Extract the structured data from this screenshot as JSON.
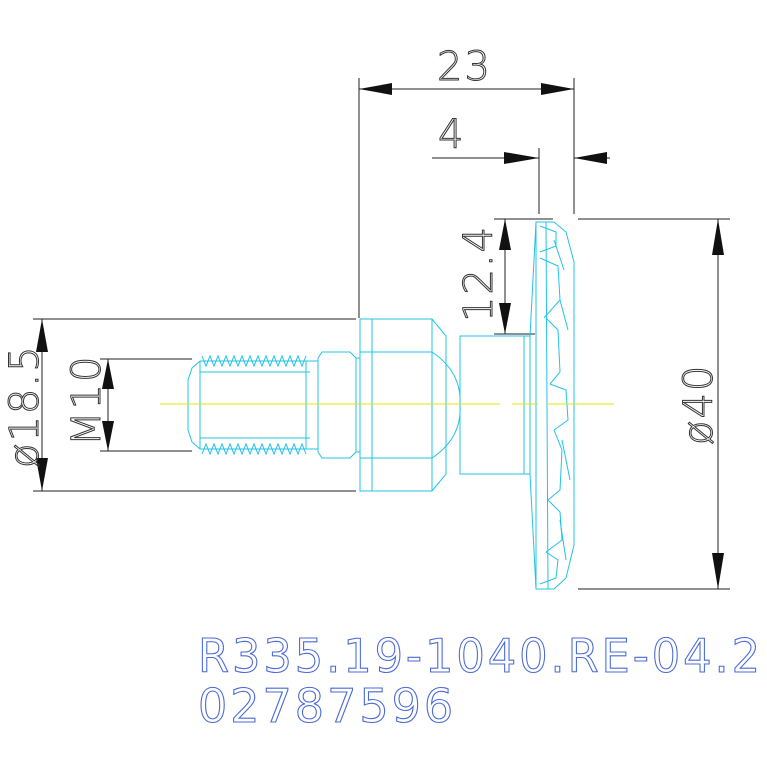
{
  "dimensions": {
    "overall_length": "23",
    "flange_offset": "4",
    "flange_height": "12.4",
    "diameter_flange": "ø40",
    "diameter_shank": "ø18.5",
    "thread": "M10"
  },
  "title_block": {
    "part_number": "R335.19-1040.RE-04.2",
    "code": "02787596"
  },
  "colors": {
    "part_outline": "#22c3e6",
    "center_line": "#e6e600",
    "dimension": "#222222",
    "title_text": "#4a6ad8"
  }
}
